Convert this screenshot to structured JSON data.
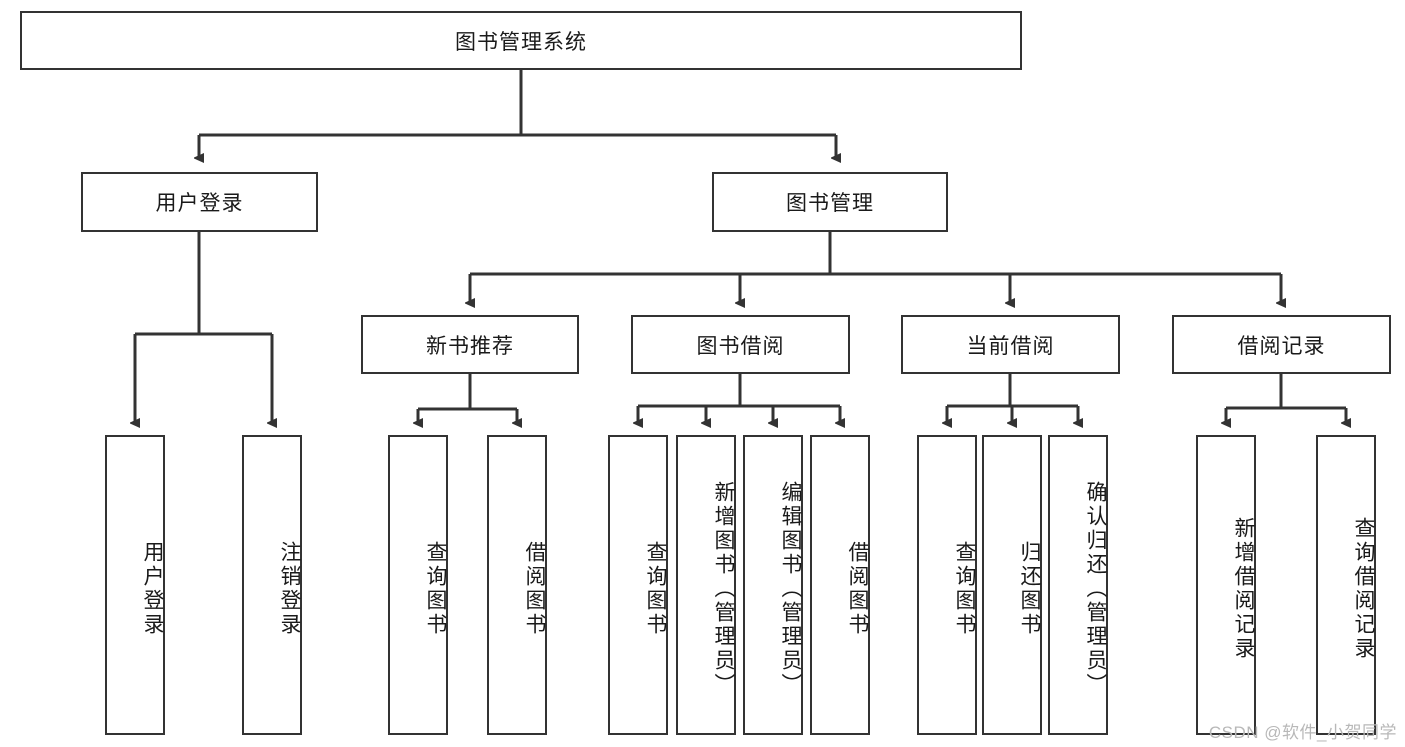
{
  "diagram": {
    "title": "图书管理系统",
    "type": "tree",
    "root": {
      "label": "图书管理系统"
    },
    "level2": [
      {
        "label": "用户登录"
      },
      {
        "label": "图书管理"
      }
    ],
    "level3": [
      {
        "label": "新书推荐"
      },
      {
        "label": "图书借阅"
      },
      {
        "label": "当前借阅"
      },
      {
        "label": "借阅记录"
      }
    ],
    "leaves": {
      "user_login": [
        {
          "label": "用户登录"
        },
        {
          "label": "注销登录"
        }
      ],
      "new_book_recommend": [
        {
          "label": "查询图书"
        },
        {
          "label": "借阅图书"
        }
      ],
      "book_borrow": [
        {
          "label": "查询图书"
        },
        {
          "label": "新增图书（管理员）"
        },
        {
          "label": "编辑图书（管理员）"
        },
        {
          "label": "借阅图书"
        }
      ],
      "current_borrow": [
        {
          "label": "查询图书"
        },
        {
          "label": "归还图书"
        },
        {
          "label": "确认归还（管理员）"
        }
      ],
      "borrow_record": [
        {
          "label": "新增借阅记录"
        },
        {
          "label": "查询借阅记录"
        }
      ]
    }
  },
  "watermark": {
    "text": "CSDN @软件_小贺同学"
  },
  "colors": {
    "stroke": "#333333",
    "background": "#ffffff",
    "text": "#1a1a1a",
    "watermark": "#b8b8b8"
  }
}
